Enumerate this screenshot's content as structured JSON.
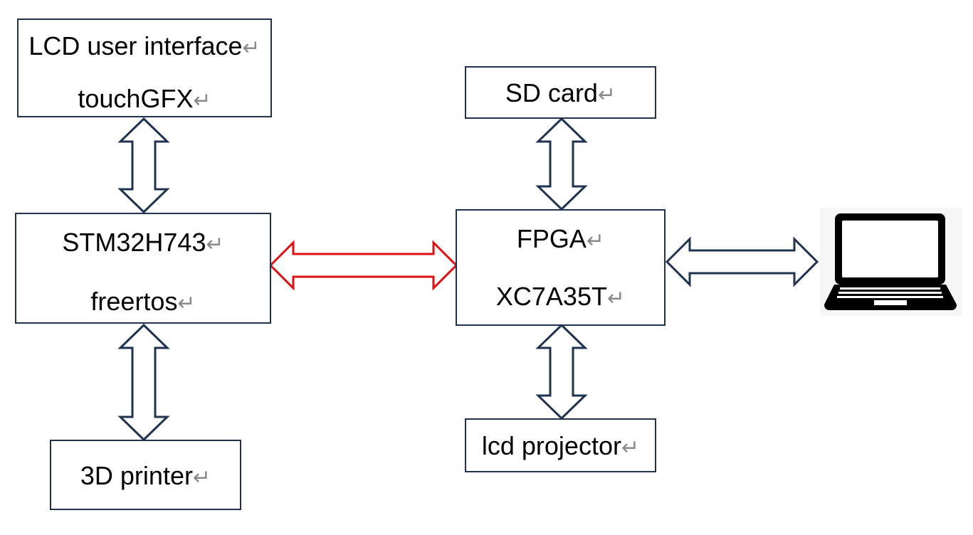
{
  "paragraph_mark": "↵",
  "colors": {
    "box_border": "#1f3350",
    "arrow_dark": "#1f3350",
    "arrow_red": "#dd1111",
    "laptop": "#000000"
  },
  "nodes": {
    "lcd_ui": {
      "line1": "LCD user interface",
      "line2": "touchGFX"
    },
    "stm32": {
      "line1": "STM32H743",
      "line2": "freertos"
    },
    "printer": {
      "line1": "3D printer"
    },
    "sd_card": {
      "line1": "SD card"
    },
    "fpga": {
      "line1": "FPGA",
      "line2": "XC7A35T"
    },
    "lcd_projector": {
      "line1": "lcd projector"
    }
  },
  "icons": {
    "computer": "laptop-icon"
  }
}
